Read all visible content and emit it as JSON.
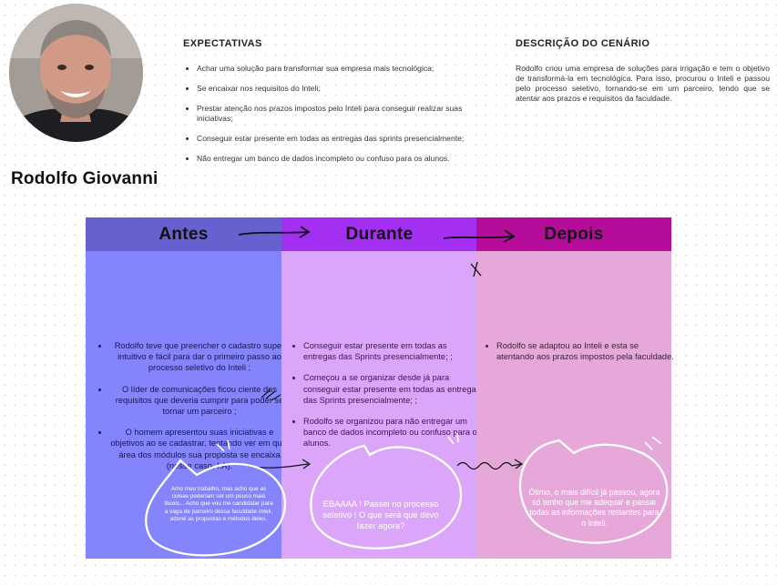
{
  "persona": {
    "name": "Rodolfo Giovanni"
  },
  "expectativas": {
    "title": "EXPECTATIVAS",
    "items": [
      "Achar uma solução para transformar sua empresa mais tecnológica;",
      "Se encaixar nos requisitos do Inteli;",
      "Prestar atenção nos prazos impostos pelo Inteli para conseguir realizar suas iniciativas;",
      "Conseguir estar presente em todas as entregas das sprints presencialmente;",
      "Não entregar um banco de dados incompleto ou confuso para os alunos."
    ]
  },
  "cenario": {
    "title": "DESCRIÇÃO DO CENÁRIO",
    "text": "Rodolfo criou uma empresa de soluções para irrigação e tem o objetivo de transformá-la em tecnológica. Para isso, procurou o Inteli e passou pelo processo seletivo, tornando-se em um parceiro, tendo que se atentar aos prazos e requisitos da faculdade."
  },
  "journey": {
    "columns": [
      {
        "title": "Antes",
        "color_head": "#6661cf",
        "color_body": "#8484fc",
        "items": [
          "Rodolfo teve que preencher o cadastro super intuitivo e fácil para dar o primeiro passo ao processo seletivo do Inteli ;",
          "O líder de comunicações ficou ciente dos requisitos que deveria cumprir para poder se tornar um parceiro ;",
          "O homem apresentou suas iniciativas e objetivos ao se cadastrar, tentando ver em qual área dos módulos sua proposta se encaixa (nesse caso, I.A)."
        ],
        "bubble": "Amo meu trabalho, mas acho que as coisas poderiam ser um pouco mais fáceis... Acho que vou me candidatar para a vaga de parceiro dessa faculdade Inteli, adorei as propostas e métodos deles."
      },
      {
        "title": "Durante",
        "color_head": "#a32ff0",
        "color_body": "#dba6fa",
        "items": [
          "Conseguir estar presente em todas as entregas das Sprints presencialmente; ;",
          "Começou a se organizar desde já para conseguir estar presente em todas as entregas das Sprints presencialmente; ;",
          "Rodolfo se organizou para não entregar um banco de dados incompleto ou confuso para os alunos."
        ],
        "bubble": "EBAAAA ! Passei no processo seletivo ! O que será que devo fazer agora?"
      },
      {
        "title": "Depois",
        "color_head": "#b50c9a",
        "color_body": "#e6a8d8",
        "items": [
          "Rodolfo se adaptou ao Inteli e esta se atentando aos prazos impostos pela faculdade."
        ],
        "bubble": "Ótimo, o mais difícil já passou, agora só tenho que me adequar e passar todas as informações restantes para o Inteli."
      }
    ]
  }
}
